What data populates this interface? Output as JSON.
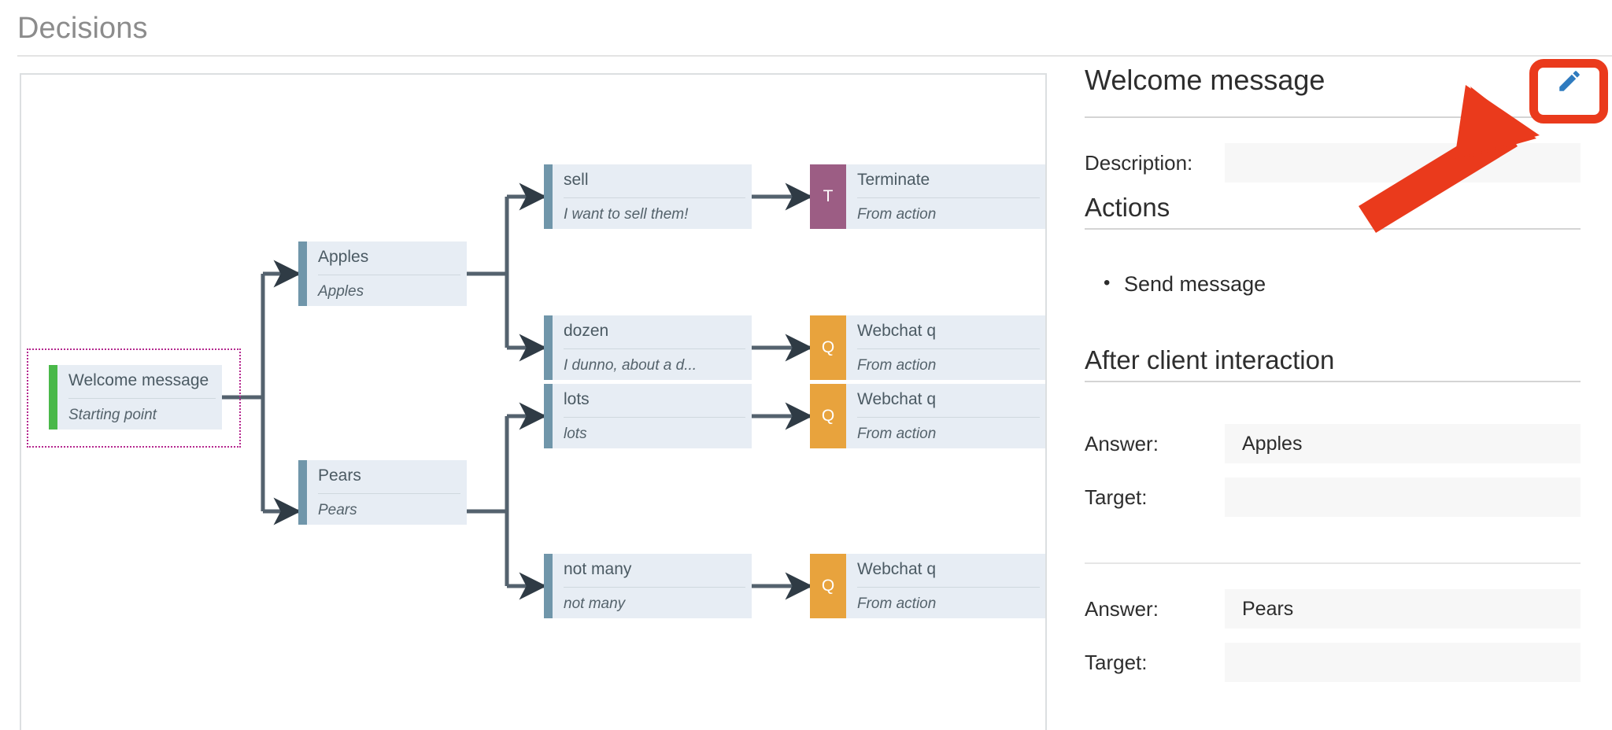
{
  "header": {
    "title": "Decisions"
  },
  "canvas": {
    "name": "decision-flow-canvas",
    "selected_node": "Welcome message",
    "nodes": [
      {
        "id": "start",
        "title": "Welcome message",
        "subtitle": "Starting point",
        "accent": "#49b849",
        "badge": null,
        "selected": true
      },
      {
        "id": "apples",
        "title": "Apples",
        "subtitle": "Apples",
        "accent": "#7096aa",
        "badge": null,
        "selected": false
      },
      {
        "id": "pears",
        "title": "Pears",
        "subtitle": "Pears",
        "accent": "#7096aa",
        "badge": null,
        "selected": false
      },
      {
        "id": "sell",
        "title": "sell",
        "subtitle": "I want to sell them!",
        "accent": "#7096aa",
        "badge": null,
        "selected": false
      },
      {
        "id": "dozen",
        "title": "dozen",
        "subtitle": "I dunno, about a d...",
        "accent": "#7096aa",
        "badge": null,
        "selected": false
      },
      {
        "id": "lots",
        "title": "lots",
        "subtitle": "lots",
        "accent": "#7096aa",
        "badge": null,
        "selected": false
      },
      {
        "id": "notmany",
        "title": "not many",
        "subtitle": "not many",
        "accent": "#7096aa",
        "badge": null,
        "selected": false
      },
      {
        "id": "terminate",
        "title": "Terminate",
        "subtitle": "From action",
        "accent": null,
        "badge": "T",
        "badge_color": "#9c5d84",
        "selected": false
      },
      {
        "id": "webchat1",
        "title": "Webchat q",
        "subtitle": "From action",
        "accent": null,
        "badge": "Q",
        "badge_color": "#e8a33d",
        "selected": false
      },
      {
        "id": "webchat2",
        "title": "Webchat q",
        "subtitle": "From action",
        "accent": null,
        "badge": "Q",
        "badge_color": "#e8a33d",
        "selected": false
      },
      {
        "id": "webchat3",
        "title": "Webchat q",
        "subtitle": "From action",
        "accent": null,
        "badge": "Q",
        "badge_color": "#e8a33d",
        "selected": false
      }
    ],
    "edges": [
      {
        "from": "start",
        "to": "apples"
      },
      {
        "from": "start",
        "to": "pears"
      },
      {
        "from": "apples",
        "to": "sell"
      },
      {
        "from": "apples",
        "to": "dozen"
      },
      {
        "from": "pears",
        "to": "lots"
      },
      {
        "from": "pears",
        "to": "notmany"
      },
      {
        "from": "sell",
        "to": "terminate"
      },
      {
        "from": "dozen",
        "to": "webchat1"
      },
      {
        "from": "lots",
        "to": "webchat2"
      },
      {
        "from": "notmany",
        "to": "webchat3"
      }
    ]
  },
  "panel": {
    "title": "Welcome message",
    "edit_icon": "pencil-icon",
    "description": {
      "label": "Description:",
      "value": ""
    },
    "actions": {
      "heading": "Actions",
      "items": [
        "Send message"
      ]
    },
    "after_client_interaction": {
      "heading": "After client interaction",
      "rows": [
        {
          "answer_label": "Answer:",
          "answer_value": "Apples",
          "target_label": "Target:",
          "target_value": ""
        },
        {
          "answer_label": "Answer:",
          "answer_value": "Pears",
          "target_label": "Target:",
          "target_value": ""
        }
      ]
    }
  },
  "annotation": {
    "highlight_color": "#ea3a1c",
    "target": "edit-button"
  }
}
